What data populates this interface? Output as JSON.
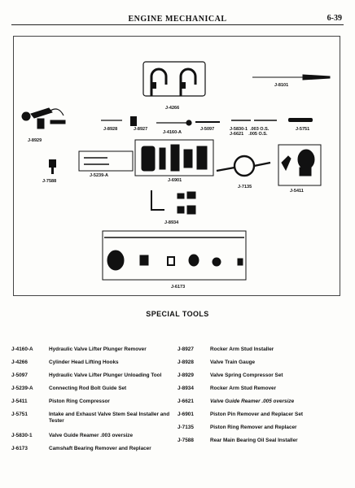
{
  "header": {
    "title": "ENGINE MECHANICAL",
    "page": "6-39"
  },
  "figure": {
    "labels": {
      "j4266": "J-4266",
      "j8101": "J-8101",
      "j8929": "J-8929",
      "j8928": "J-8928",
      "j8927": "J-8927",
      "j4160a": "J-4160-A",
      "j5097": "J-5097",
      "j5830_6621": "J-5830-1  .003 O.S.\nJ-6621    .005 O.S.",
      "j5751": "J-5751",
      "j7588": "J-7588",
      "j5239a": "J-5239-A",
      "j6901": "J-6901",
      "j7135": "J-7135",
      "j5411": "J-5411",
      "j8934": "J-8934",
      "j6173": "J-6173"
    }
  },
  "section_title": "SPECIAL TOOLS",
  "legend": {
    "left": [
      {
        "code": "J-4160-A",
        "desc": "Hydraulic Valve Lifter Plunger Remover"
      },
      {
        "code": "J-4266",
        "desc": "Cylinder Head Lifting Hooks"
      },
      {
        "code": "J-5097",
        "desc": "Hydraulic Valve Lifter Plunger Unloading Tool"
      },
      {
        "code": "J-5239-A",
        "desc": "Connecting Rod Bolt Guide Set"
      },
      {
        "code": "J-5411",
        "desc": "Piston Ring Compressor"
      },
      {
        "code": "J-5751",
        "desc": "Intake and Exhaust Valve Stem Seal Installer and Tester"
      },
      {
        "code": "J-5830-1",
        "desc": "Valve Guide Reamer .003 oversize"
      },
      {
        "code": "J-6173",
        "desc": "Camshaft Bearing Remover and Replacer"
      }
    ],
    "right": [
      {
        "code": "J-8927",
        "desc": "Rocker Arm Stud Installer"
      },
      {
        "code": "J-8928",
        "desc": "Valve Train Gauge"
      },
      {
        "code": "J-8929",
        "desc": "Valve Spring Compressor Set"
      },
      {
        "code": "J-8934",
        "desc": "Rocker Arm Stud Remover"
      },
      {
        "code": "J-6621",
        "desc": "Valve Guide Reamer .005 oversize"
      },
      {
        "code": "J-6901",
        "desc": "Piston Pin Remover and Replacer Set"
      },
      {
        "code": "J-7135",
        "desc": "Piston Ring Remover and Replacer"
      },
      {
        "code": "J-7588",
        "desc": "Rear Main Bearing Oil Seal Installer"
      }
    ]
  }
}
